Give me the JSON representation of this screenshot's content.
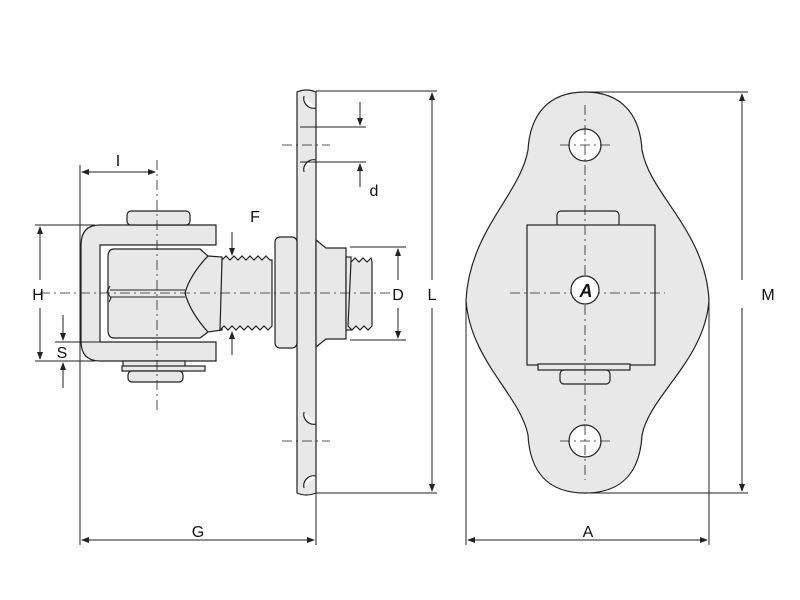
{
  "title": "Adjustable gate hinge with weld-on plate – dimension drawing",
  "dimensions": {
    "I": "I",
    "F": "F",
    "d": "d",
    "H": "H",
    "S": "S",
    "D": "D",
    "L": "L",
    "G": "G",
    "A": "A",
    "M": "M"
  },
  "logo": "A",
  "colors": {
    "part_fill": "#e8e8e8",
    "line": "#222222"
  }
}
